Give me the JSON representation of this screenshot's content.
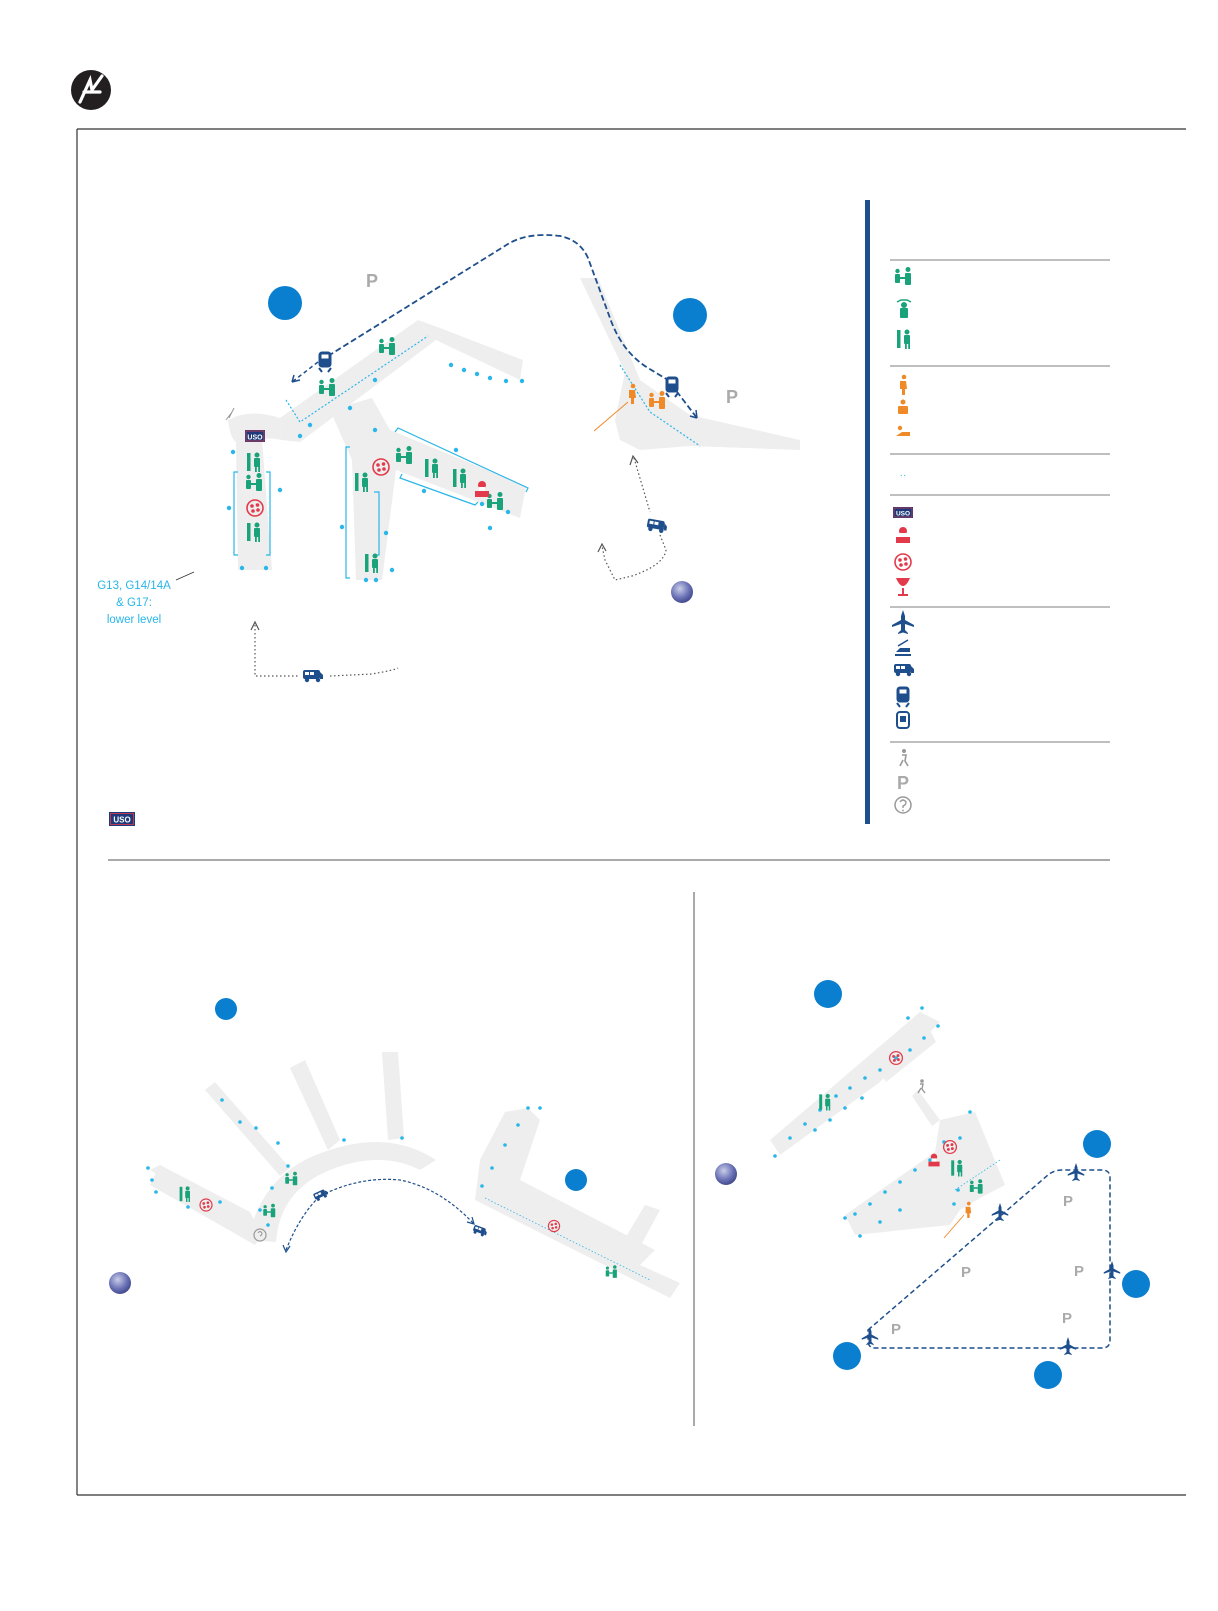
{
  "brand": {
    "logo_icon": "n-arrow-logo-icon"
  },
  "colors": {
    "terminal_fill": "#eeeeee",
    "gate_dot": "#29b6e8",
    "route_blue": "#1e4f8c",
    "marker_blue": "#0a7fd0",
    "amenity_green": "#1aa37a",
    "food_red": "#e23a4a",
    "relax_orange": "#f08a28",
    "parking_gray": "#aaaaaa",
    "frame": "#333333"
  },
  "top_map": {
    "parking_labels": [
      "P",
      "P"
    ],
    "annotation_lines": [
      "G13, G14/14A",
      "& G17:",
      "lower level"
    ],
    "uso_badge": "USO"
  },
  "legend": {
    "groups": [
      {
        "icons": [
          "family-restroom-icon",
          "nursing-room-icon",
          "restroom-icon"
        ]
      },
      {
        "icons": [
          "pet-relief-icon",
          "yoga-room-icon",
          "spa-icon"
        ]
      },
      {
        "icons": [
          "walkway-dots-icon"
        ]
      },
      {
        "icons": [
          "uso-lounge-icon",
          "food-court-icon",
          "restaurant-icon",
          "bar-icon"
        ]
      },
      {
        "icons": [
          "airplane-icon",
          "train-icon",
          "shuttle-bus-icon",
          "airtrain-icon",
          "monorail-icon"
        ]
      },
      {
        "icons": [
          "walking-icon",
          "parking-icon",
          "information-icon"
        ]
      }
    ],
    "uso_badge": "USO",
    "parking_glyph": "P",
    "walkway_glyph": "··"
  },
  "bottom_left_map": {
    "icons": [
      "restroom-icon",
      "restaurant-icon",
      "family-restroom-icon",
      "shuttle-bus-icon",
      "information-icon"
    ]
  },
  "bottom_right_map": {
    "parking_labels": [
      "P",
      "P",
      "P",
      "P",
      "P"
    ]
  }
}
